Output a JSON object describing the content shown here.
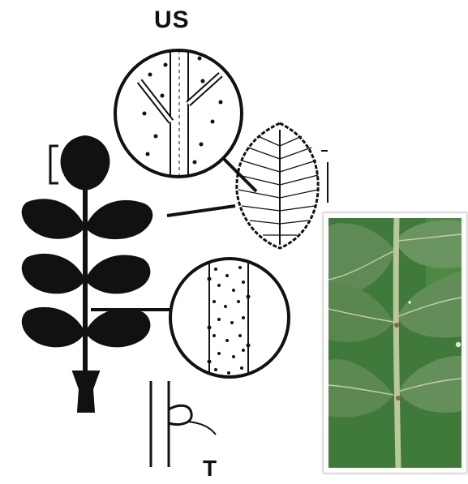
{
  "labels": {
    "upper_surface": "US",
    "tip": "T"
  },
  "colors": {
    "ink": "#111111",
    "photo_leaf": "#5f8a55",
    "photo_background": "#3f7a3a",
    "photo_stem": "#b9c79a"
  },
  "figure": {
    "silhouette": "pinnate-compound-leaf",
    "callouts": [
      "leaf-surface-magnifier",
      "leaflet-detail",
      "rachis-magnifier",
      "stipule-detail"
    ],
    "photo": "leaf-photograph"
  }
}
